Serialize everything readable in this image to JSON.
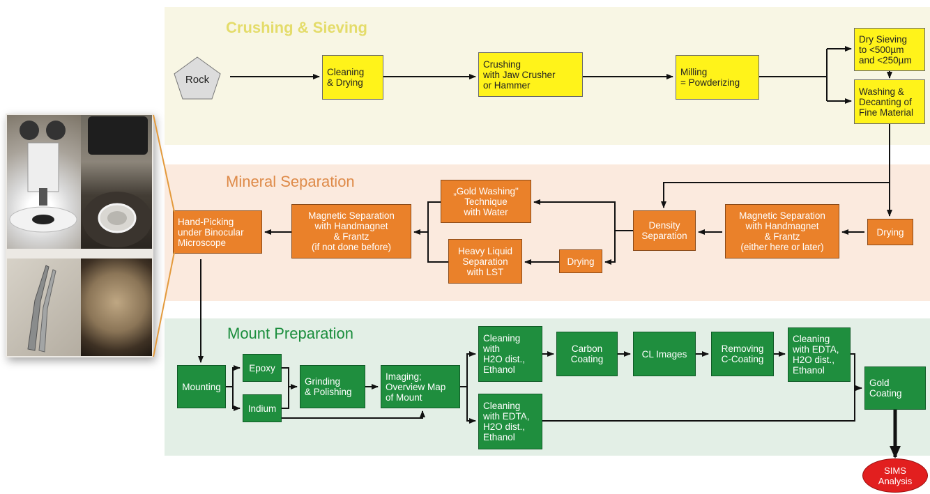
{
  "sections": {
    "crushing": "Crushing & Sieving",
    "mineral": "Mineral Separation",
    "mount": "Mount Preparation"
  },
  "nodes": {
    "rock": "Rock",
    "cleaning_drying": "Cleaning\n& Drying",
    "crushing": "Crushing\nwith Jaw Crusher\nor Hammer",
    "milling": "Milling\n= Powderizing",
    "dry_sieving": "Dry Sieving\nto <500µm\nand <250µm",
    "washing": "Washing &\nDecanting of\nFine Material",
    "drying_1": "Drying",
    "mag_sep_1": "Magnetic Separation\nwith Handmagnet\n& Frantz\n(either here or later)",
    "density": "Density\nSeparation",
    "gold_washing": "„Gold Washing\"\nTechnique\nwith Water",
    "drying_2": "Drying",
    "heavy_liquid": "Heavy Liquid\nSeparation\nwith LST",
    "mag_sep_2": "Magnetic Separation\nwith Handmagnet\n& Frantz\n(if not done before)",
    "hand_picking": "Hand-Picking\nunder Binocular\nMicroscope",
    "mounting": "Mounting",
    "epoxy": "Epoxy",
    "indium": "Indium",
    "grinding": "Grinding\n& Polishing",
    "imaging": "Imaging;\nOverview Map\nof Mount",
    "cleaning_h2o": "Cleaning\nwith\nH2O dist.,\nEthanol",
    "carbon": "Carbon\nCoating",
    "cl_images": "CL Images",
    "removing": "Removing\nC-Coating",
    "cleaning_edta_1": "Cleaning\nwith EDTA,\nH2O dist.,\nEthanol",
    "cleaning_edta_2": "Cleaning\nwith EDTA,\nH2O dist.,\nEthanol",
    "gold": "Gold\nCoating",
    "sims": "SIMS\nAnalysis"
  },
  "colors": {
    "crushing_band": "#f8f6e4",
    "mineral_band": "#fbeade",
    "mount_band": "#e3efe6",
    "yellow_box": "#fff31a",
    "orange_box": "#ea812a",
    "green_box": "#1f8e3e",
    "sims": "#e21f1f",
    "photo_frame_accent": "#e39a3c"
  },
  "photos": [
    "binocular-microscope-photo",
    "microscope-stage-photo",
    "tweezers-photo",
    "mineral-grains-photo"
  ]
}
